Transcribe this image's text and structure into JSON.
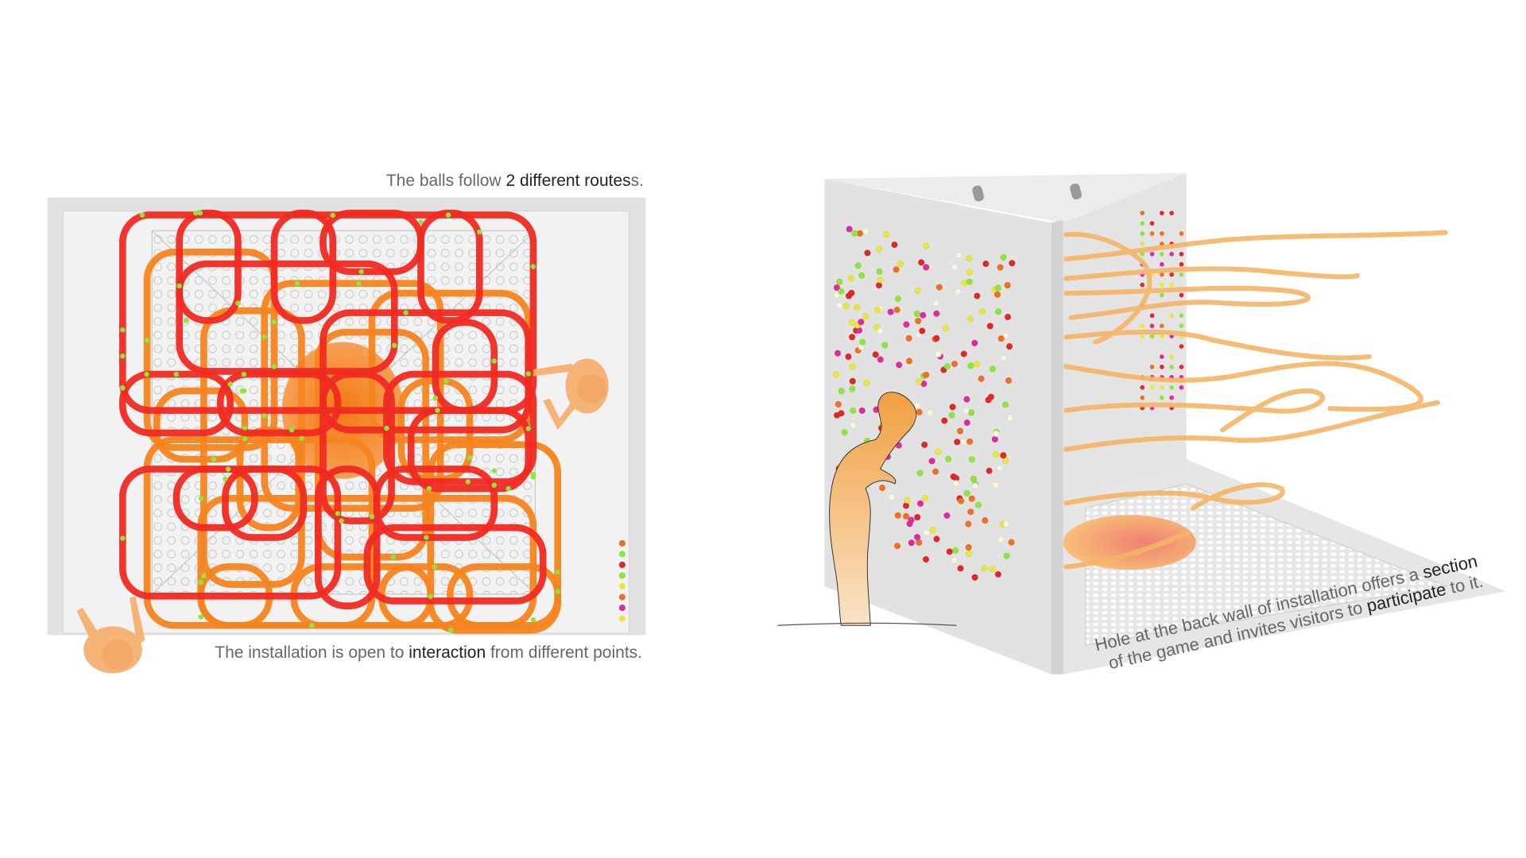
{
  "plan_view": {
    "caption_top": {
      "before": "The balls follow ",
      "bold": "2 different routes",
      "after": "s."
    },
    "caption_bottom": {
      "before": "The installation is open to ",
      "bold": "interaction",
      "after": " from different points."
    },
    "route_colors": {
      "route_a": "#f02a22",
      "route_b": "#f5841e"
    },
    "ball_color": "#8ee63c",
    "legend_dots": [
      "#e8702a",
      "#8ee63c",
      "#e02828",
      "#8ee63c",
      "#e8e83a",
      "#e8702a",
      "#e02aa0",
      "#e8e83a"
    ]
  },
  "perspective_view": {
    "caption_line1": {
      "before": "Hole at the back wall of installation offers a ",
      "bold": "section"
    },
    "caption_line2": {
      "before": "of the game and invites visitors to ",
      "bold": "participate",
      "after": " to it."
    },
    "tube_color": "#f5b567",
    "ball_palette": [
      "#e02828",
      "#8ee63c",
      "#e8e83a",
      "#e02aa0",
      "#f07020",
      "#f8f4e0"
    ]
  }
}
